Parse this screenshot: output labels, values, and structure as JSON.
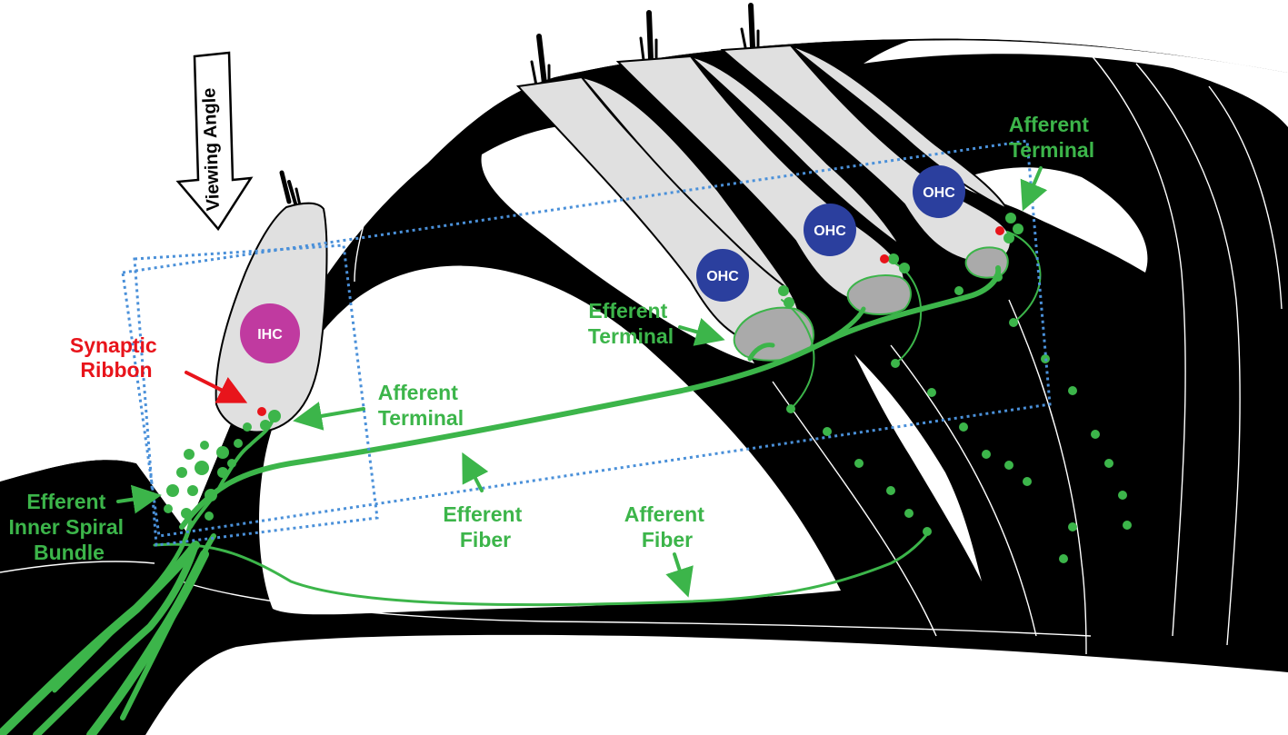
{
  "labels": {
    "viewing_angle": "Viewing Angle",
    "ihc": "IHC",
    "ohc": "OHC",
    "synaptic_ribbon": [
      "Synaptic",
      "Ribbon"
    ],
    "afferent_terminal_ihc": [
      "Afferent",
      "Terminal"
    ],
    "afferent_terminal_ohc": [
      "Afferent",
      "Terminal"
    ],
    "efferent_terminal": [
      "Efferent",
      "Terminal"
    ],
    "efferent_fiber": [
      "Efferent",
      "Fiber"
    ],
    "afferent_fiber": [
      "Afferent",
      "Fiber"
    ],
    "efferent_bundle": [
      "Efferent",
      "Inner Spiral",
      "Bundle"
    ]
  },
  "colors": {
    "tissue": "#000000",
    "cell": "#e0e0e0",
    "terminal": "#aaaaaa",
    "ihc_nucleus": "#c03aa0",
    "ohc_nucleus": "#2b3f9e",
    "nerve": "#3cb54a",
    "ribbon": "#e8141b",
    "label_red": "#e8141b",
    "label_green": "#3cb54a",
    "box": "#4a90d9"
  }
}
